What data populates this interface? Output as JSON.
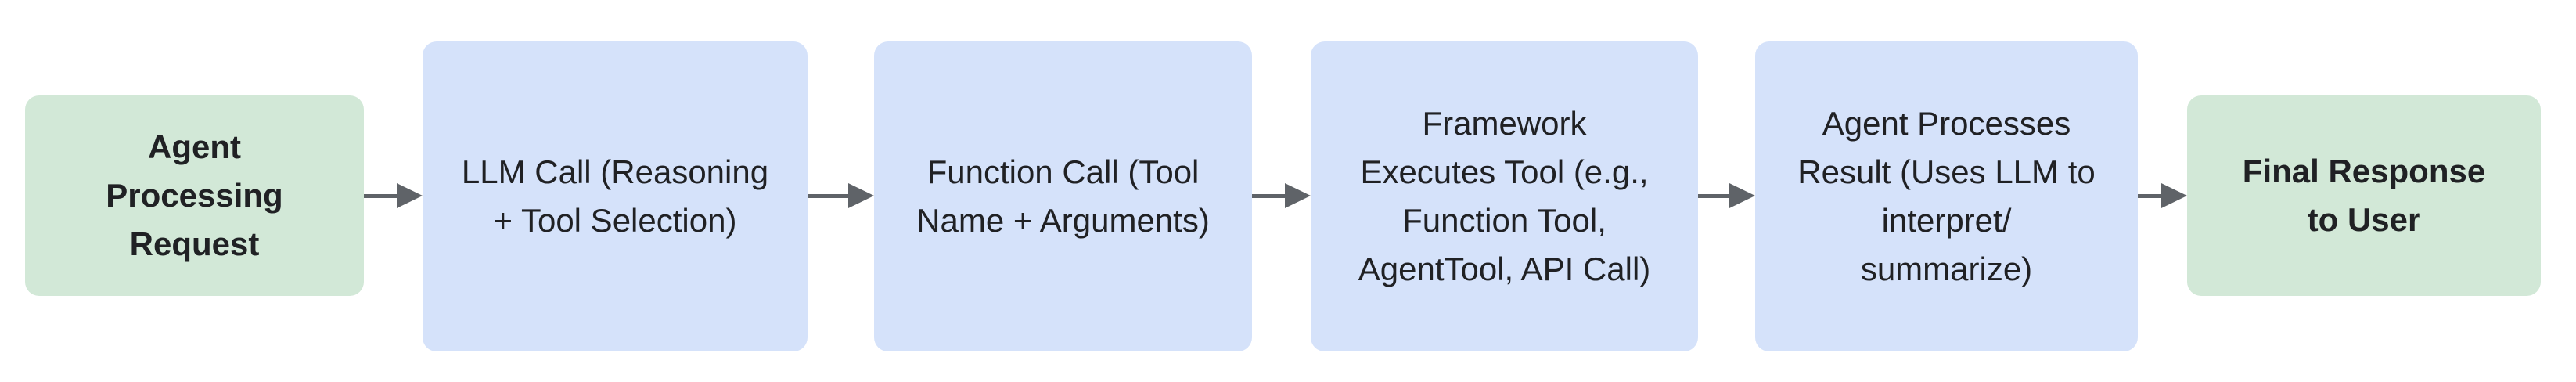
{
  "diagram": {
    "type": "flowchart",
    "direction": "left-to-right",
    "background": "#ffffff",
    "colors": {
      "terminal_fill": "#d2e8d7",
      "process_fill": "#d5e2fa",
      "arrow": "#5f6368",
      "text": "#202124"
    },
    "steps": [
      {
        "id": "agent-processing-request",
        "role": "start",
        "label": "Agent\nProcessing\nRequest"
      },
      {
        "id": "llm-call",
        "role": "process",
        "label": "LLM Call (Reasoning\n+ Tool Selection)"
      },
      {
        "id": "function-call",
        "role": "process",
        "label": "Function Call (Tool\nName + Arguments)"
      },
      {
        "id": "framework-executes-tool",
        "role": "process",
        "label": "Framework\nExecutes Tool (e.g.,\nFunction Tool,\nAgentTool, API Call)"
      },
      {
        "id": "agent-processes-result",
        "role": "process",
        "label": "Agent Processes\nResult (Uses LLM to\ninterpret/\nsummarize)"
      },
      {
        "id": "final-response-to-user",
        "role": "end",
        "label": "Final Response\nto User"
      }
    ],
    "connections": [
      {
        "from": "agent-processing-request",
        "to": "llm-call"
      },
      {
        "from": "llm-call",
        "to": "function-call"
      },
      {
        "from": "function-call",
        "to": "framework-executes-tool"
      },
      {
        "from": "framework-executes-tool",
        "to": "agent-processes-result"
      },
      {
        "from": "agent-processes-result",
        "to": "final-response-to-user"
      }
    ]
  }
}
